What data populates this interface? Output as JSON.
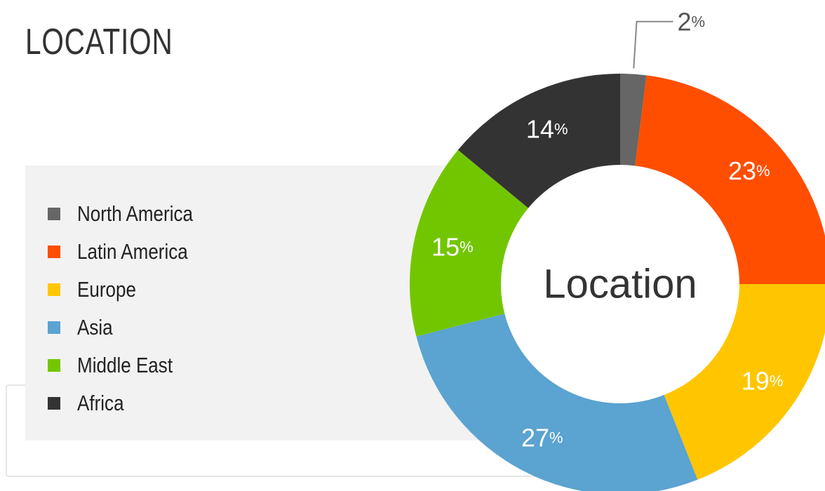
{
  "title": "LOCATION",
  "chart_data": {
    "type": "pie",
    "center_label": "Location",
    "percent_symbol": "%",
    "legend_placement": "left",
    "slices": [
      {
        "name": "North America",
        "value": 2,
        "color": "#666666"
      },
      {
        "name": "Latin America",
        "value": 23,
        "color": "#ff4e00"
      },
      {
        "name": "Europe",
        "value": 19,
        "color": "#ffc600"
      },
      {
        "name": "Asia",
        "value": 27,
        "color": "#5ba3d0"
      },
      {
        "name": "Middle East",
        "value": 15,
        "color": "#72c600"
      },
      {
        "name": "Africa",
        "value": 14,
        "color": "#333333"
      }
    ]
  }
}
